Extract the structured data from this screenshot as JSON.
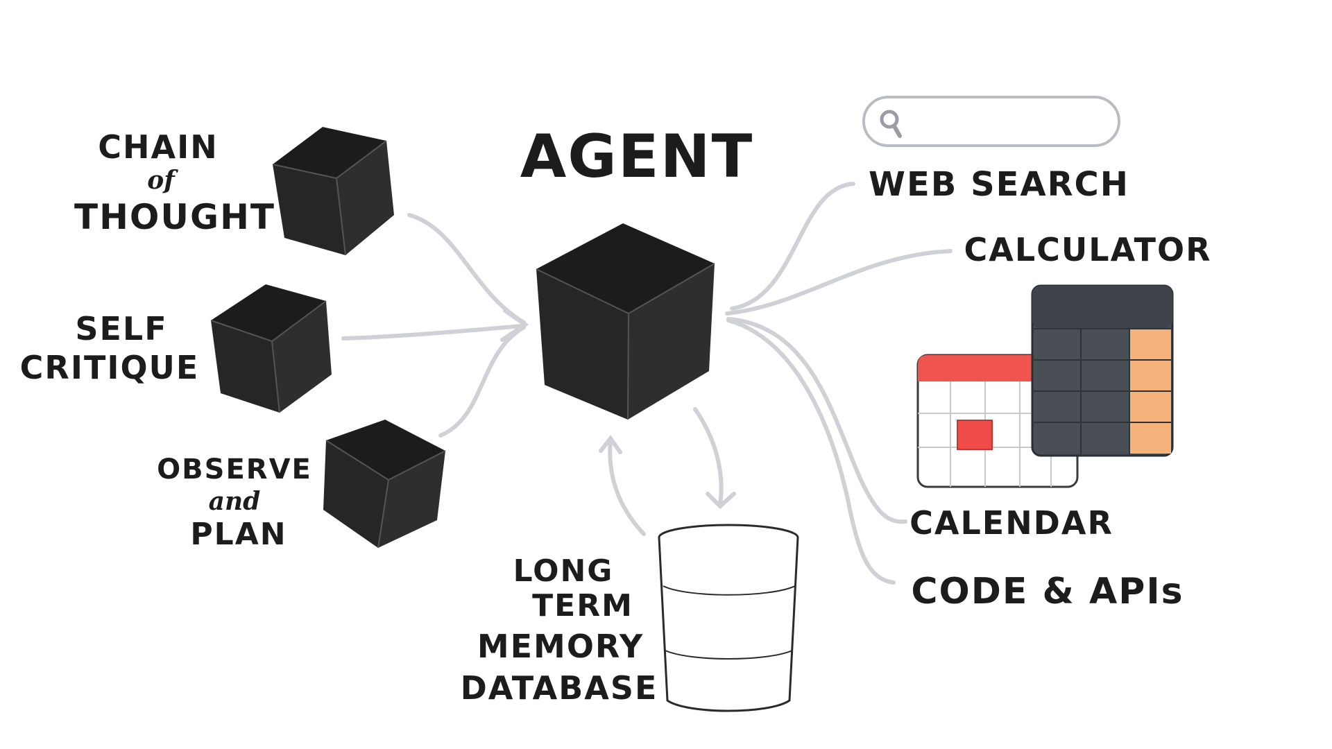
{
  "title": "AGENT",
  "left_modules": {
    "chain_of_thought": {
      "line1": "CHAIN",
      "line2": "of",
      "line3": "THOUGHT"
    },
    "self_critique": {
      "line1": "SELF",
      "line2": "CRITIQUE"
    },
    "observe_and_plan": {
      "line1": "OBSERVE",
      "line2": "and",
      "line3": "PLAN"
    }
  },
  "memory": {
    "line1": "LONG",
    "line2": "TERM",
    "line3": "MEMORY",
    "line4": "DATABASE"
  },
  "tools": {
    "web_search": "WEB SEARCH",
    "calculator": "CALCULATOR",
    "calendar": "CALENDAR",
    "code_apis": "CODE & APIs"
  },
  "colors": {
    "cube": "#262626",
    "connector": "#cfd1d6",
    "calendar_header": "#f0544f",
    "calendar_highlight": "#ef4b47",
    "calculator_body": "#4a4f56",
    "calculator_accent": "#f5b27a"
  },
  "icons": [
    "search-icon",
    "calendar-icon",
    "calculator-icon",
    "database-icon"
  ]
}
